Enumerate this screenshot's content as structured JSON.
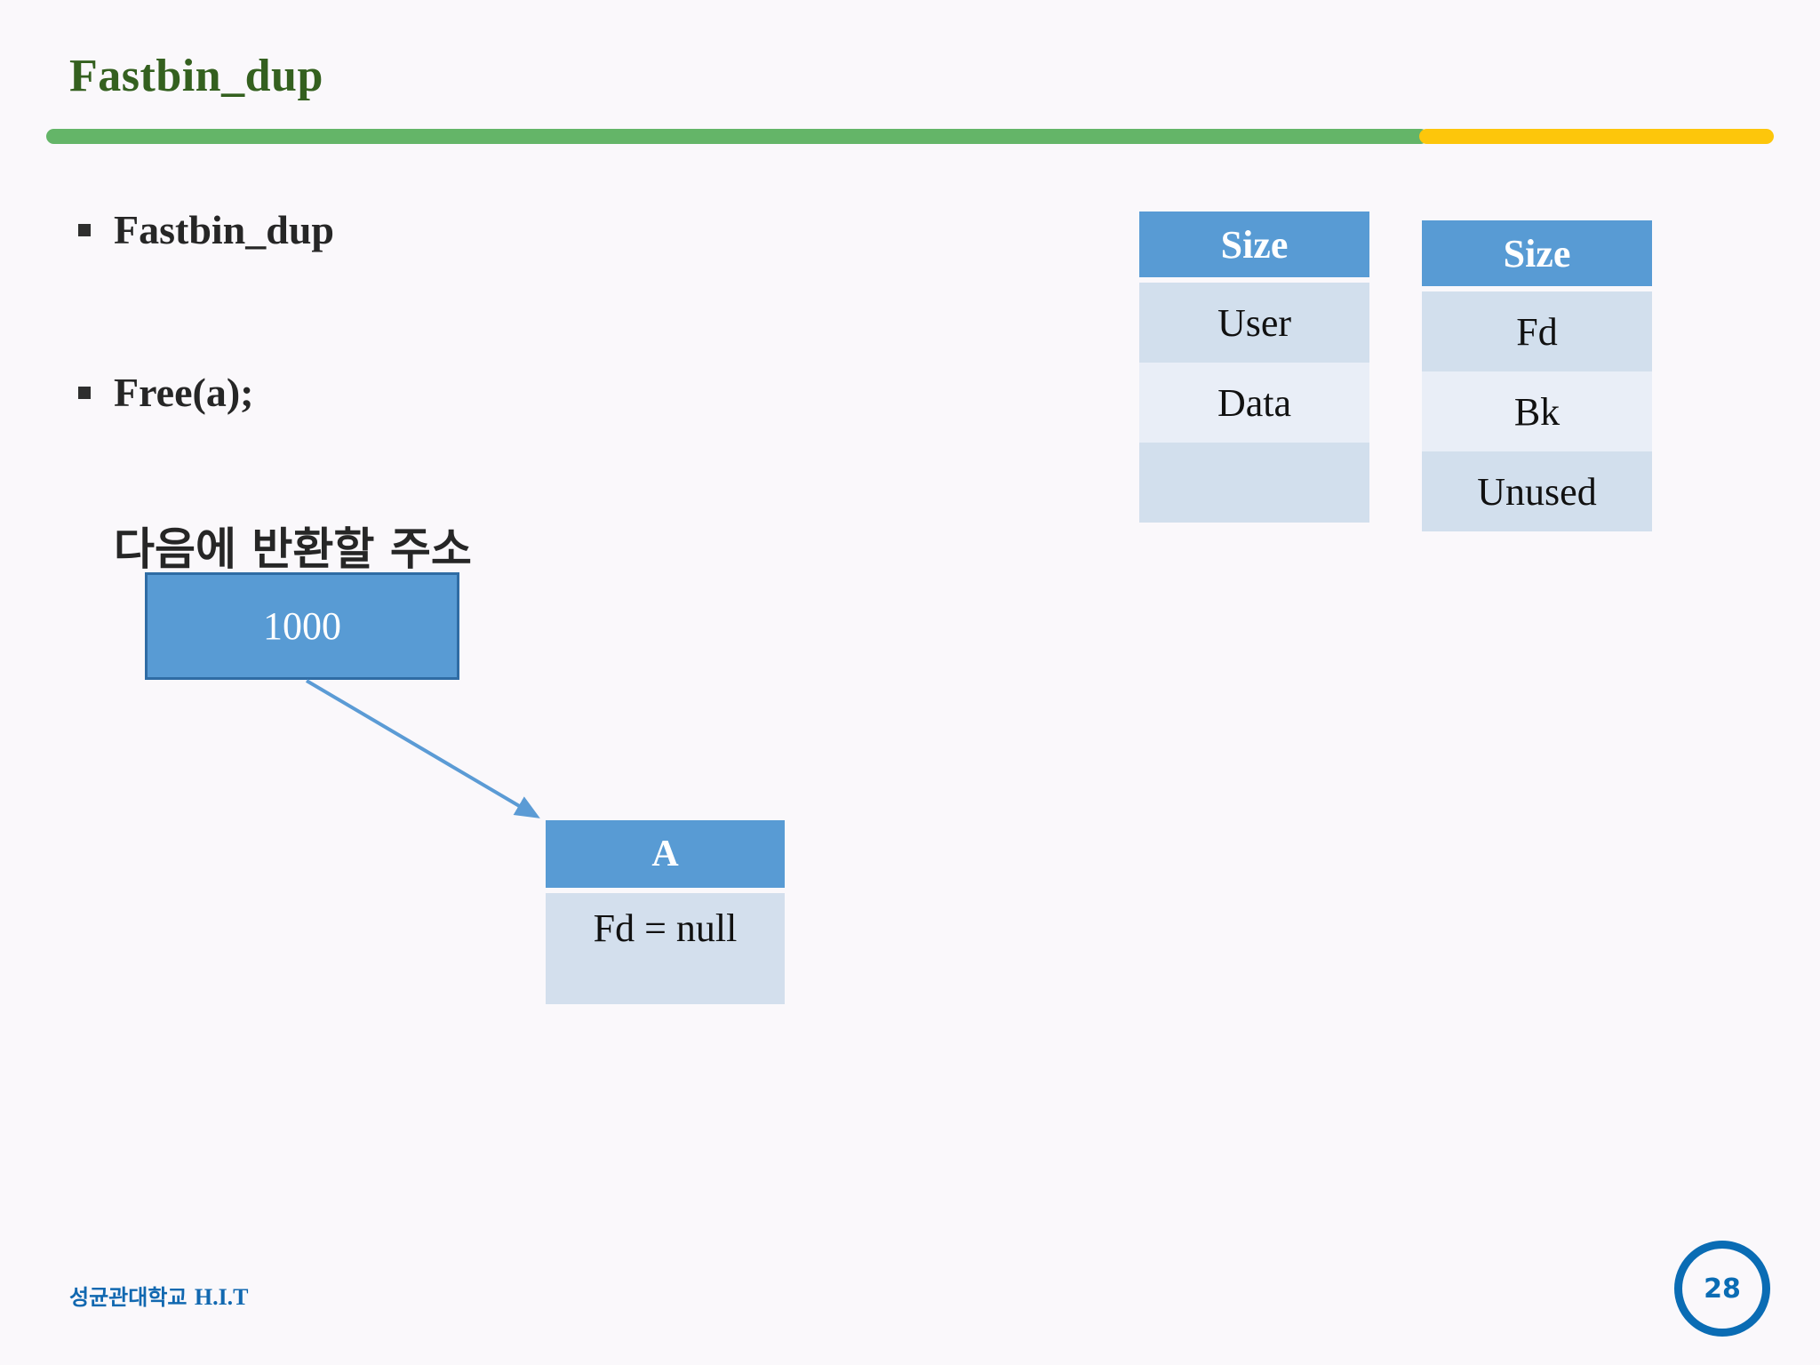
{
  "slide": {
    "title": "Fastbin_dup",
    "background_color": "#faf8fb",
    "title_color": "#34601f",
    "accent_green": "#64b568",
    "accent_yellow": "#fdc60b",
    "accent_blue": "#589bd4"
  },
  "bullets": [
    {
      "text": "Fastbin_dup"
    },
    {
      "text": "Free(a);"
    }
  ],
  "caption": {
    "korean_label": "다음에 반환할 주소"
  },
  "address_box": {
    "value": "1000"
  },
  "chunk_a": {
    "header": "A",
    "body": "Fd = null"
  },
  "chunk_tables": [
    {
      "name": "allocated-chunk",
      "rows": [
        {
          "label": "Size",
          "style": "header"
        },
        {
          "label": "User",
          "style": "shade-a"
        },
        {
          "label": "Data",
          "style": "shade-b"
        },
        {
          "label": "",
          "style": "shade-a"
        }
      ]
    },
    {
      "name": "freed-chunk",
      "rows": [
        {
          "label": "Size",
          "style": "header"
        },
        {
          "label": "Fd",
          "style": "shade-a"
        },
        {
          "label": "Bk",
          "style": "shade-b"
        },
        {
          "label": "Unused",
          "style": "shade-a"
        }
      ]
    }
  ],
  "footer": {
    "organization_korean": "성균관대학교",
    "organization_roman": "H.I.T",
    "page_number": "28",
    "page_number_color": "#0a6cb4"
  }
}
